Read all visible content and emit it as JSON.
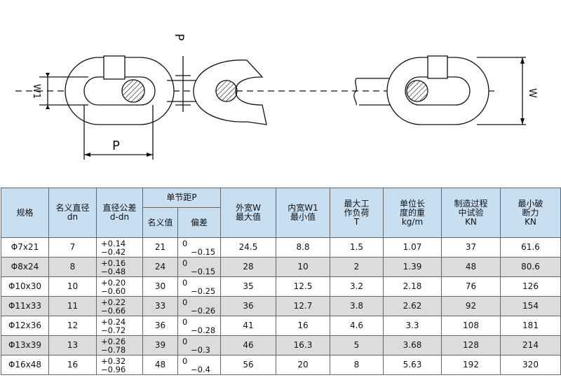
{
  "drawing": {
    "labels": {
      "p_top": "P",
      "w1": "W1",
      "p_bottom": "P",
      "w": "W"
    }
  },
  "table": {
    "headers": {
      "spec": "规格",
      "nominal_dia": [
        "名义直径",
        "dn"
      ],
      "dia_tol": [
        "直径公差",
        "d-dn"
      ],
      "pitch": "单节距P",
      "pitch_nominal": "名义值",
      "pitch_dev": "偏差",
      "outer_w": [
        "外宽W",
        "最大值"
      ],
      "inner_w1": [
        "内宽W1",
        "最小值"
      ],
      "max_load": [
        "最大工",
        "作负荷",
        "T"
      ],
      "unit_weight": [
        "单位长",
        "度的重",
        "kg/m"
      ],
      "proof_test": [
        "制造过程",
        "中试验",
        "KN"
      ],
      "min_break": [
        "最小破",
        "断力",
        "KN"
      ]
    },
    "rows": [
      {
        "spec": "Φ7x21",
        "dn": "7",
        "tol_plus": "+0.14",
        "tol_minus": "−0.42",
        "pitch": "21",
        "dev_top": "0",
        "dev_bottom": "−0.15",
        "w": "24.5",
        "w1": "8.8",
        "load": "1.5",
        "weight": "1.07",
        "proof": "37",
        "break": "61.6"
      },
      {
        "spec": "Φ8x24",
        "dn": "8",
        "tol_plus": "+0.16",
        "tol_minus": "−0.48",
        "pitch": "24",
        "dev_top": "0",
        "dev_bottom": "−0.15",
        "w": "28",
        "w1": "10",
        "load": "2",
        "weight": "1.39",
        "proof": "48",
        "break": "80.6"
      },
      {
        "spec": "Φ10x30",
        "dn": "10",
        "tol_plus": "+0.20",
        "tol_minus": "−0.60",
        "pitch": "30",
        "dev_top": "0",
        "dev_bottom": "−0.25",
        "w": "35",
        "w1": "12.5",
        "load": "3.2",
        "weight": "2.18",
        "proof": "76",
        "break": "126"
      },
      {
        "spec": "Φ11x33",
        "dn": "11",
        "tol_plus": "+0.22",
        "tol_minus": "−0.66",
        "pitch": "33",
        "dev_top": "0",
        "dev_bottom": "−0.26",
        "w": "36",
        "w1": "12.7",
        "load": "3.8",
        "weight": "2.62",
        "proof": "92",
        "break": "154"
      },
      {
        "spec": "Φ12x36",
        "dn": "12",
        "tol_plus": "+0.24",
        "tol_minus": "−0.72",
        "pitch": "36",
        "dev_top": "0",
        "dev_bottom": "−0.28",
        "w": "41",
        "w1": "16",
        "load": "4.6",
        "weight": "3.3",
        "proof": "108",
        "break": "181"
      },
      {
        "spec": "Φ13x39",
        "dn": "13",
        "tol_plus": "+0.26",
        "tol_minus": "−0.78",
        "pitch": "39",
        "dev_top": "0",
        "dev_bottom": "−0.3",
        "w": "46",
        "w1": "16.3",
        "load": "5",
        "weight": "3.68",
        "proof": "128",
        "break": "214"
      },
      {
        "spec": "Φ16x48",
        "dn": "16",
        "tol_plus": "+0.32",
        "tol_minus": "−0.96",
        "pitch": "48",
        "dev_top": "0",
        "dev_bottom": "−0.4",
        "w": "56",
        "w1": "20",
        "load": "8",
        "weight": "5.63",
        "proof": "192",
        "break": "320"
      }
    ]
  }
}
